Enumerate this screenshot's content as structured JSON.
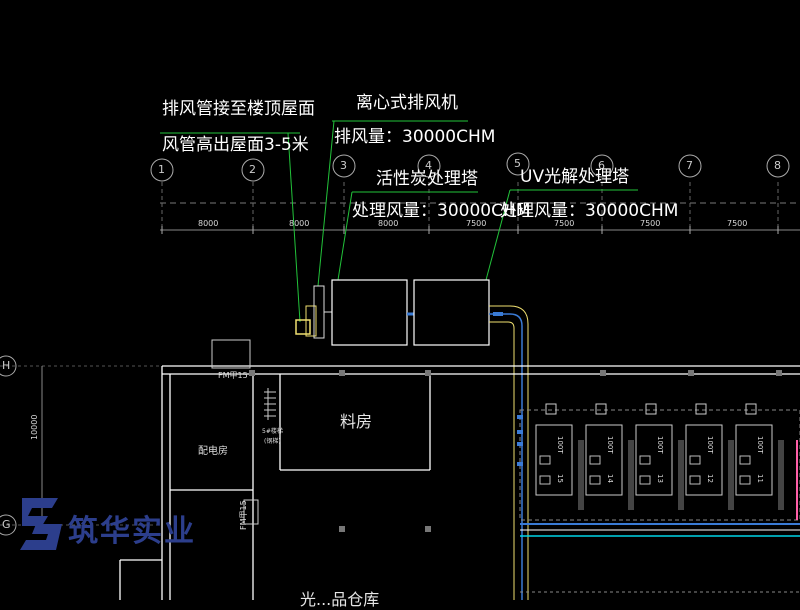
{
  "annotations": {
    "exhaust_note_line1": "排风管接至楼顶屋面",
    "exhaust_note_line2": "风管高出屋面3-5米",
    "fan_title": "离心式排风机",
    "fan_airflow": "排风量：30000CHM",
    "carbon_title": "活性炭处理塔",
    "carbon_airflow": "处理风量：30000CHM",
    "uv_title": "UV光解处理塔",
    "uv_airflow": "处理风量：30000CHM"
  },
  "grid_axes": [
    "1",
    "2",
    "3",
    "4",
    "5",
    "6",
    "7",
    "8"
  ],
  "row_axes": [
    "H",
    "G"
  ],
  "dimensions": {
    "spans": [
      "8000",
      "8000",
      "8000",
      "7500",
      "7500",
      "7500",
      "7500"
    ],
    "vertical": "10000"
  },
  "rooms": {
    "distribution": "配电房",
    "material": "料房",
    "partial_bottom": "光...品仓库"
  },
  "doors": {
    "fm_top": "FM甲15",
    "fm_left": "FM甲15"
  },
  "stair_note": [
    "5#楼梯",
    "(钢梯)"
  ],
  "machines": [
    {
      "capacity": "100T",
      "number": "15"
    },
    {
      "capacity": "100T",
      "number": "14"
    },
    {
      "capacity": "100T",
      "number": "13"
    },
    {
      "capacity": "100T",
      "number": "12"
    },
    {
      "capacity": "100T",
      "number": "11"
    }
  ],
  "logo": {
    "text": "筑华实业",
    "color": "#2c3e8c",
    "accent": "#1e3a8a"
  },
  "colors": {
    "background": "#000000",
    "leader": "#22c33a",
    "wall": "#ffffff",
    "duct": "#f0e070",
    "pipe_blue": "#3a7bd5",
    "pipe_cyan": "#00d5e8",
    "pink": "#ff5fa8"
  }
}
